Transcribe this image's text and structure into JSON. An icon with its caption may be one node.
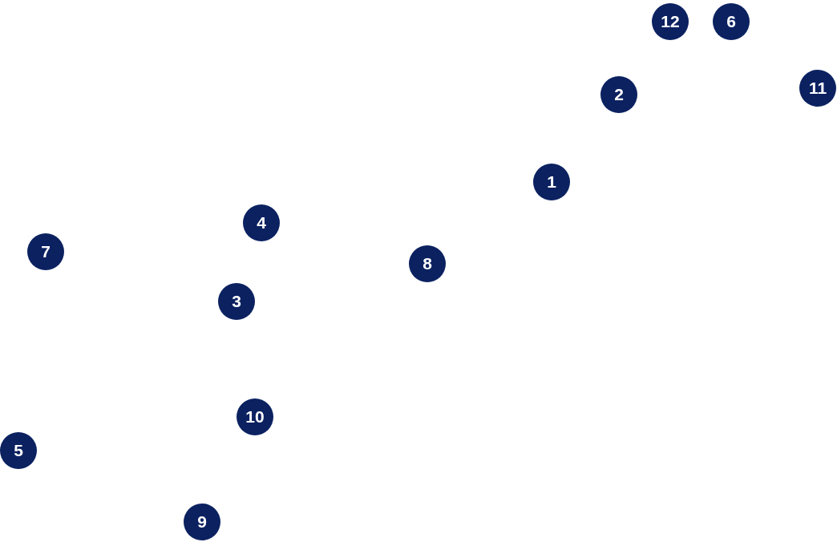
{
  "diagram": {
    "nodes": [
      {
        "text": [
          "12"
        ]
      },
      {
        "text": [
          "6"
        ]
      },
      {
        "text": [
          "11"
        ]
      },
      {
        "text": [
          "2"
        ]
      },
      {
        "text": [
          "1"
        ]
      },
      {
        "text": [
          "4"
        ]
      },
      {
        "text": [
          "7"
        ]
      },
      {
        "text": [
          "8"
        ]
      },
      {
        "text": [
          "3"
        ]
      },
      {
        "text": [
          "10"
        ]
      },
      {
        "text": [
          "5"
        ]
      },
      {
        "text": [
          "9"
        ]
      }
    ]
  }
}
